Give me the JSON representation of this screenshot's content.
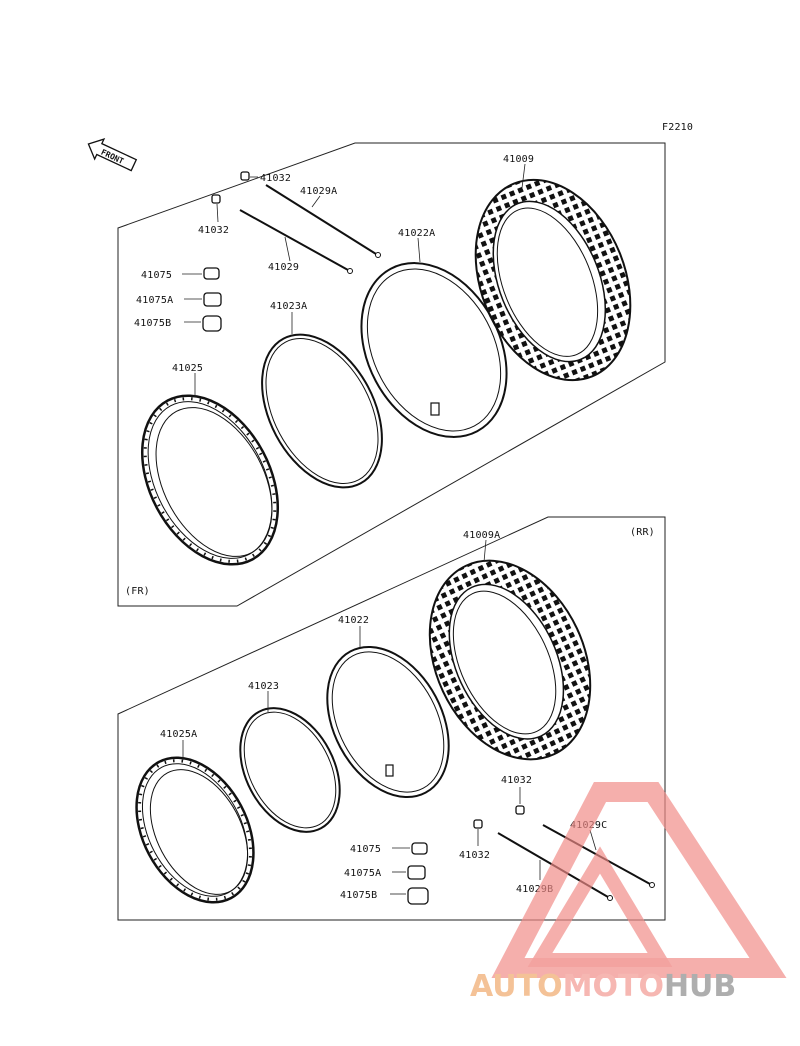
{
  "figure_code": "F2210",
  "front_arrow_text": "FRONT",
  "sections": {
    "front": {
      "tag": "(FR)"
    },
    "rear": {
      "tag": "(RR)"
    }
  },
  "labels": {
    "front": {
      "tire": "41009",
      "tube": "41022A",
      "rim_band": "41023A",
      "rim": "41025",
      "spoke_a": "41029A",
      "spoke": "41029",
      "nipple_top": "41032",
      "nipple_left": "41032",
      "cap": "41075",
      "cap_a": "41075A",
      "cap_b": "41075B"
    },
    "rear": {
      "tire": "41009A",
      "tube": "41022",
      "rim_band": "41023",
      "rim": "41025A",
      "nipple_top": "41032",
      "nipple_left": "41032",
      "spoke_c": "41029C",
      "spoke_b": "41029B",
      "cap": "41075",
      "cap_a": "41075A",
      "cap_b": "41075B"
    }
  },
  "watermark": {
    "part1": "AUTO",
    "part2": "MOTO",
    "part3": "HUB",
    "color1": "#f2b47e",
    "color2": "#f4a6a0",
    "color3": "#9a9a9a",
    "triangle_color": "#f08a86"
  }
}
